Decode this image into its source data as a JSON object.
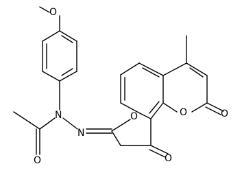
{
  "molecule": {
    "atoms": {
      "o_methoxy": "O",
      "n_amide": "N",
      "n_hydrazone": "N",
      "o_acetyl": "O",
      "o_furan": "O",
      "o_ketone": "O",
      "o_pyranone_ring": "O",
      "o_lactone": "O"
    }
  },
  "colors": {
    "bond": "#000000",
    "text": "#000000",
    "background": "#ffffff"
  }
}
